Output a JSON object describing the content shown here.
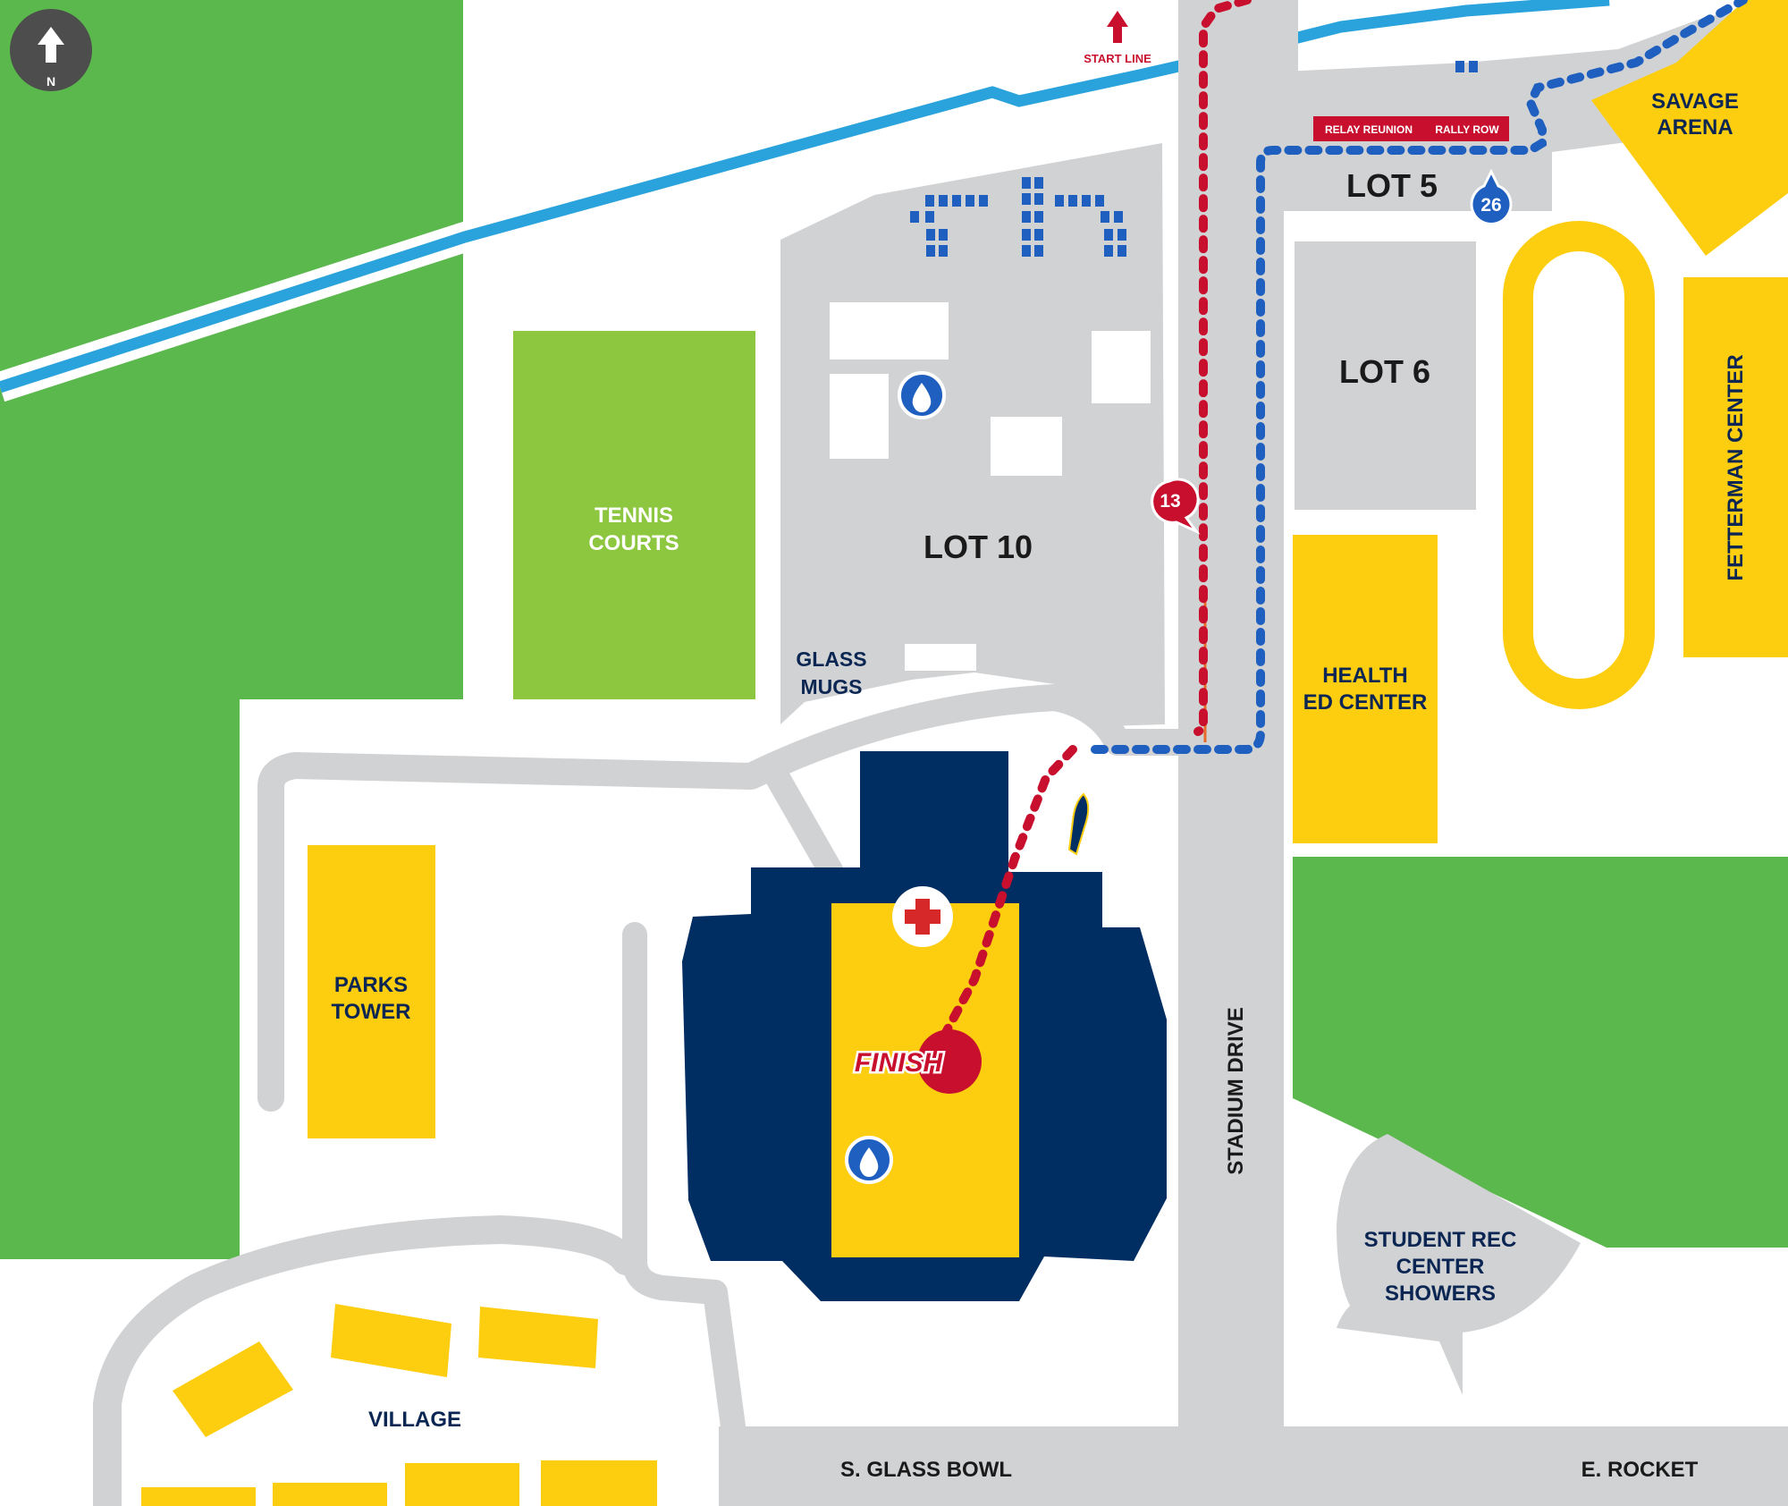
{
  "compass": {
    "letter": "N",
    "icon": "north-arrow-icon"
  },
  "start_line": {
    "label": "START LINE",
    "icon": "up-arrow-icon"
  },
  "relay": {
    "reunion": "RELAY REUNION",
    "rally": "RALLY ROW"
  },
  "markers": {
    "mile_13": "13",
    "mile_26": "26",
    "finish": "FINISH"
  },
  "labels": {
    "savage_arena": [
      "SAVAGE",
      "ARENA"
    ],
    "lot5": "LOT 5",
    "lot6": "LOT 6",
    "lot10": "LOT 10",
    "tennis": [
      "TENNIS",
      "COURTS"
    ],
    "glass_mugs": [
      "GLASS",
      "MUGS"
    ],
    "health": [
      "HEALTH",
      "ED CENTER"
    ],
    "fetterman": "FETTERMAN CENTER",
    "parks": [
      "PARKS",
      "TOWER"
    ],
    "stadium_drive": "STADIUM DRIVE",
    "student_rec": [
      "STUDENT REC",
      "CENTER",
      "SHOWERS"
    ],
    "village": "VILLAGE",
    "glass_bowl": "S. GLASS BOWL",
    "rocket": "E. ROCKET"
  },
  "icons": {
    "water_1": "water-drop-icon",
    "water_2": "water-drop-icon",
    "first_aid": "first-aid-cross-icon",
    "rocket": "rocket-icon"
  },
  "colors": {
    "grass": "#5bb84c",
    "tennis": "#8dc63f",
    "building_yellow": "#fdcd0f",
    "stadium_navy": "#002d62",
    "lot_gray": "#d1d2d4",
    "river": "#2aa3dd",
    "route_red": "#c8102e",
    "route_blue": "#1f5fbf",
    "label_navy": "#0b2653"
  }
}
